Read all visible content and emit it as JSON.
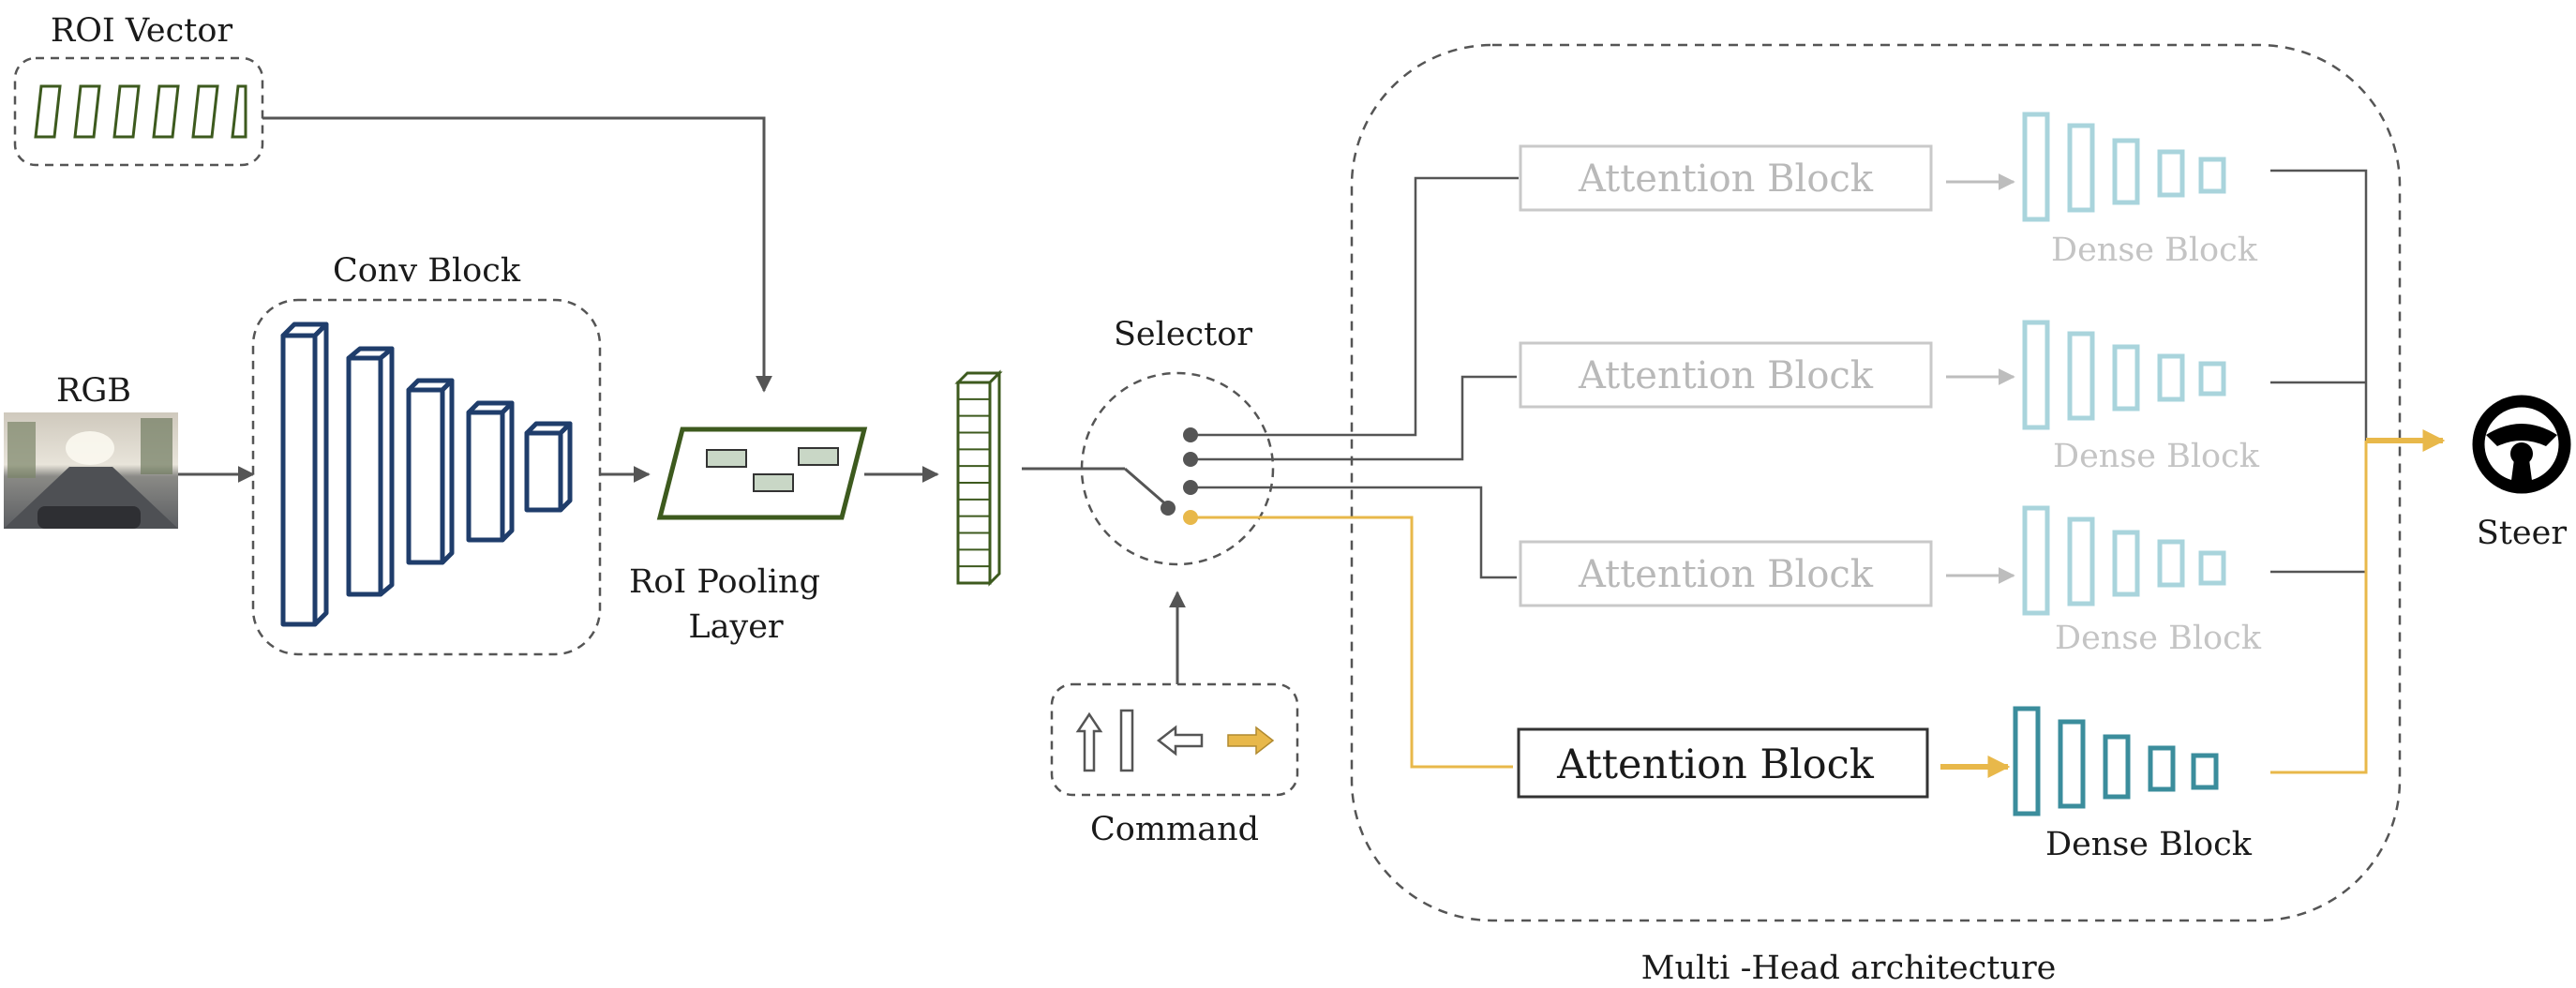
{
  "labels": {
    "roi_vector": "ROI Vector",
    "conv_block": "Conv Block",
    "rgb": "RGB",
    "roi_pooling_line1": "RoI Pooling",
    "roi_pooling_line2": "Layer",
    "selector": "Selector",
    "command": "Command",
    "multi_head": "Multi -Head architecture",
    "steer": "Steer"
  },
  "heads": [
    {
      "attention": "Attention Block",
      "dense": "Dense Block",
      "active": false
    },
    {
      "attention": "Attention Block",
      "dense": "Dense Block",
      "active": false
    },
    {
      "attention": "Attention Block",
      "dense": "Dense Block",
      "active": false
    },
    {
      "attention": "Attention Block",
      "dense": "Dense Block",
      "active": true
    }
  ],
  "commands": [
    "straight-arrow-icon",
    "lane-follow-icon",
    "left-arrow-icon",
    "right-arrow-icon"
  ],
  "active_command": "right-arrow-icon",
  "colors": {
    "conv_blue": "#1f3d6b",
    "roi_green": "#3d5a1e",
    "active_yellow": "#e8b84a",
    "dense_teal": "#3b8d9c",
    "dense_faded": "#a9d4dc",
    "line_gray": "#555555",
    "faded_gray": "#c9c9c9"
  }
}
